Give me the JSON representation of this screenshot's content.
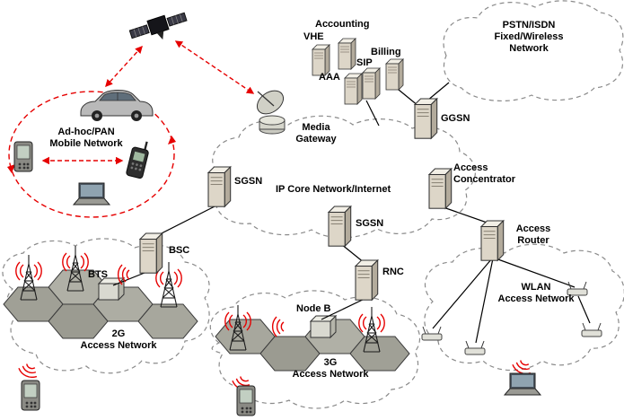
{
  "diagram": {
    "adhoc_network": {
      "line1": "Ad-hoc/PAN",
      "line2": "Mobile Network"
    },
    "pstn_network": {
      "line1": "PSTN/ISDN",
      "line2": "Fixed/Wireless",
      "line3": "Network"
    },
    "service_servers": {
      "accounting": "Accounting",
      "vhe": "VHE",
      "aaa": "AAA",
      "sip": "SIP",
      "billing": "Billing"
    },
    "media_gateway": {
      "line1": "Media",
      "line2": "Gateway"
    },
    "core_network": {
      "label": "IP Core Network/Internet"
    },
    "nodes": {
      "ggsn": "GGSN",
      "sgsn_core": "SGSN",
      "sgsn_lower": "SGSN",
      "bsc": "BSC",
      "bts": "BTS",
      "rnc": "RNC",
      "node_b": "Node B"
    },
    "access_concentrator": {
      "line1": "Access",
      "line2": "Concentrator"
    },
    "access_router": {
      "line1": "Access",
      "line2": "Router"
    },
    "access_2g": {
      "line1": "2G",
      "line2": "Access Network"
    },
    "access_3g": {
      "line1": "3G",
      "line2": "Access Network"
    },
    "access_wlan": {
      "line1": "WLAN",
      "line2": "Access Network"
    },
    "colors": {
      "wireless_red": "#e60000",
      "wired_black": "#000000",
      "cloud_outline_gray": "#8a8a8a",
      "cell_gray": "#a7a79d"
    }
  }
}
